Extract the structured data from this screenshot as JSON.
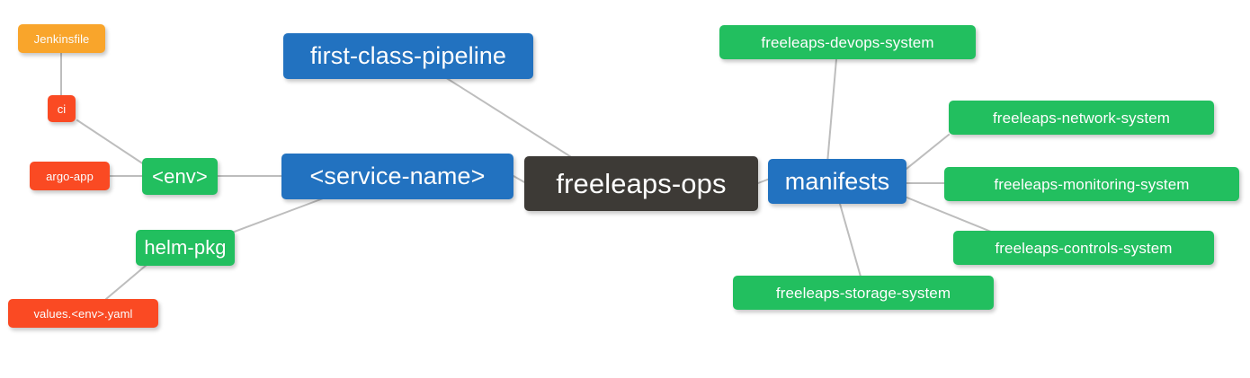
{
  "diagram": {
    "type": "mindmap",
    "title": "freeleaps-ops",
    "background": "#ffffff",
    "edge_color": "#bdbdbd",
    "palette": {
      "root": "#3d3a36",
      "blue": "#2272c0",
      "green": "#22bf5f",
      "orange": "#f9a52b",
      "red": "#fa4a23"
    }
  },
  "nodes": {
    "root": {
      "label": "freeleaps-ops",
      "color": "#3d3a36"
    },
    "service_name": {
      "label": "<service-name>",
      "color": "#2272c0"
    },
    "first_class_pipeline": {
      "label": "first-class-pipeline",
      "color": "#2272c0"
    },
    "manifests": {
      "label": "manifests",
      "color": "#2272c0"
    },
    "env": {
      "label": "<env>",
      "color": "#22bf5f"
    },
    "helm_pkg": {
      "label": "helm-pkg",
      "color": "#22bf5f"
    },
    "jenkinsfile": {
      "label": "Jenkinsfile",
      "color": "#f9a52b"
    },
    "ci": {
      "label": "ci",
      "color": "#fa4a23"
    },
    "argo_app": {
      "label": "argo-app",
      "color": "#fa4a23"
    },
    "values_yaml": {
      "label": "values.<env>.yaml",
      "color": "#fa4a23"
    },
    "devops_system": {
      "label": "freeleaps-devops-system",
      "color": "#22bf5f"
    },
    "network_system": {
      "label": "freeleaps-network-system",
      "color": "#22bf5f"
    },
    "monitoring_system": {
      "label": "freeleaps-monitoring-system",
      "color": "#22bf5f"
    },
    "controls_system": {
      "label": "freeleaps-controls-system",
      "color": "#22bf5f"
    },
    "storage_system": {
      "label": "freeleaps-storage-system",
      "color": "#22bf5f"
    }
  },
  "edges": [
    {
      "from": "root",
      "to": "service_name"
    },
    {
      "from": "root",
      "to": "first_class_pipeline"
    },
    {
      "from": "root",
      "to": "manifests"
    },
    {
      "from": "service_name",
      "to": "env"
    },
    {
      "from": "service_name",
      "to": "helm_pkg"
    },
    {
      "from": "env",
      "to": "ci"
    },
    {
      "from": "env",
      "to": "argo_app"
    },
    {
      "from": "ci",
      "to": "jenkinsfile"
    },
    {
      "from": "helm_pkg",
      "to": "values_yaml"
    },
    {
      "from": "manifests",
      "to": "devops_system"
    },
    {
      "from": "manifests",
      "to": "network_system"
    },
    {
      "from": "manifests",
      "to": "monitoring_system"
    },
    {
      "from": "manifests",
      "to": "controls_system"
    },
    {
      "from": "manifests",
      "to": "storage_system"
    }
  ]
}
